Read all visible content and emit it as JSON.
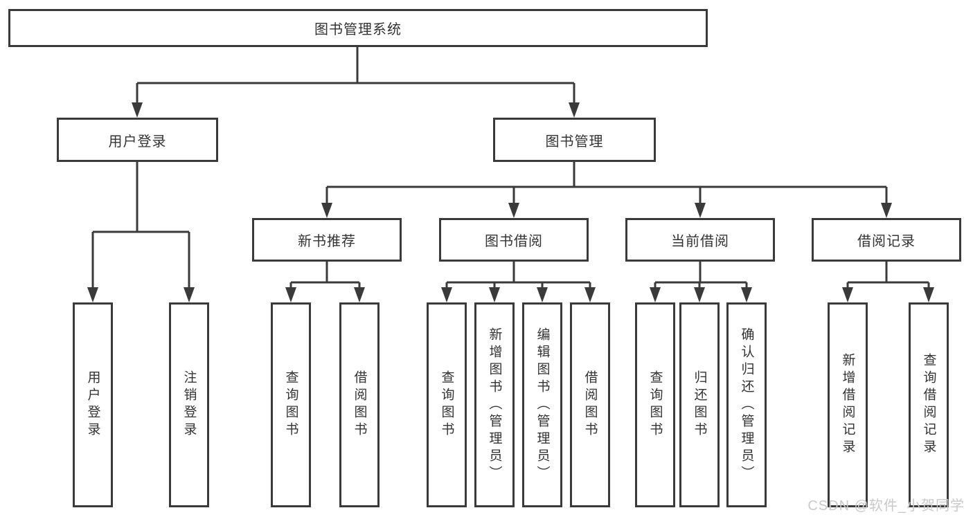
{
  "colors": {
    "line": "#3a3a3a",
    "text": "#333333",
    "background": "#ffffff",
    "watermark": "#c9c9c9"
  },
  "watermark": {
    "text": "CSDN @软件_小贺同学"
  },
  "tree": {
    "root": {
      "label": "图书管理系统"
    },
    "children": [
      {
        "label": "用户登录",
        "children": [
          {
            "label": "用户登录"
          },
          {
            "label": "注销登录"
          }
        ]
      },
      {
        "label": "图书管理",
        "children": [
          {
            "label": "新书推荐",
            "children": [
              {
                "label": "查询图书"
              },
              {
                "label": "借阅图书"
              }
            ]
          },
          {
            "label": "图书借阅",
            "children": [
              {
                "label": "查询图书"
              },
              {
                "label": "新增图书（管理员）"
              },
              {
                "label": "编辑图书（管理员）"
              },
              {
                "label": "借阅图书"
              }
            ]
          },
          {
            "label": "当前借阅",
            "children": [
              {
                "label": "查询图书"
              },
              {
                "label": "归还图书"
              },
              {
                "label": "确认归还（管理员）"
              }
            ]
          },
          {
            "label": "借阅记录",
            "children": [
              {
                "label": "新增借阅记录"
              },
              {
                "label": "查询借阅记录"
              }
            ]
          }
        ]
      }
    ]
  }
}
